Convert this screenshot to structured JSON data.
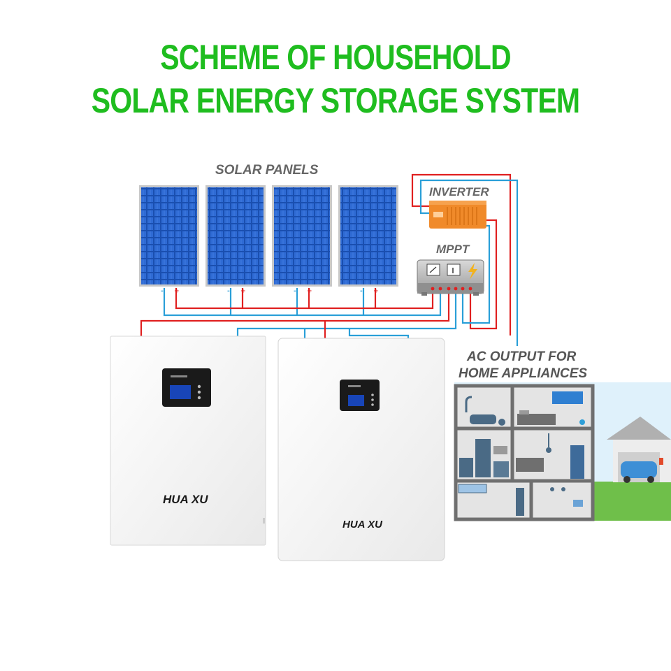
{
  "title": {
    "line1": "SCHEME OF HOUSEHOLD",
    "line2": "SOLAR ENERGY STORAGE SYSTEM"
  },
  "labels": {
    "solar_panels": "SOLAR PANELS",
    "inverter": "INVERTER",
    "mppt": "MPPT",
    "ac_output_line1": "AC OUTPUT FOR",
    "ac_output_line2": "HOME APPLIANCES"
  },
  "batteries": {
    "brand_left": "HUA XU",
    "brand_right": "HUA XU"
  },
  "colors": {
    "title": "#1fbd1f",
    "wire_positive": "#e02020",
    "wire_negative": "#2a9fd8",
    "panel": "#1d55b8"
  },
  "icons": {
    "mppt_meter_left": "voltmeter-icon",
    "mppt_meter_right": "ammeter-icon",
    "mppt_bolt": "lightning-bolt-icon"
  }
}
